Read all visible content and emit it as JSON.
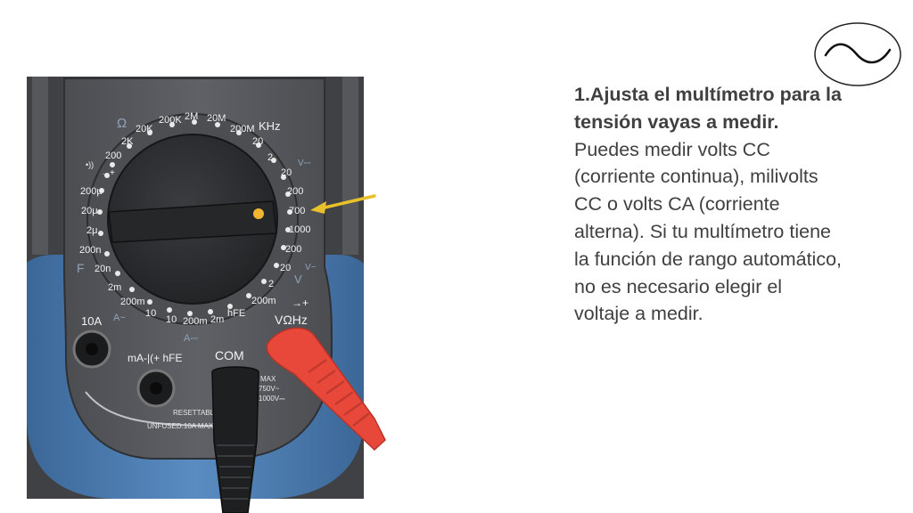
{
  "slide": {
    "heading": "1.Ajusta el multímetro para la tensión vayas a medir.",
    "body": " Puedes medir volts CC (corriente continua), milivolts CC o volts CA (corriente alterna). Si tu multímetro tiene la función de rango automático, no es necesario elegir el voltaje a medir.",
    "ac_symbol_icon": "sine-wave-icon"
  },
  "colors": {
    "text": "#404040",
    "pointer": "#e8c02a",
    "selector_dot": "#f2b531",
    "probe_red": "#e8483a",
    "housing_blue": "#4a78ad"
  },
  "multimeter": {
    "range_labels": {
      "ohm": "Ω",
      "ohm_2k": "2K",
      "ohm_200": "200",
      "ohm_20k": "20K",
      "ohm_200k": "200K",
      "ohm_2m": "2M",
      "ohm_20m": "20M",
      "ohm_200m": "200M",
      "khz": "KHz",
      "khz_20": "20",
      "v_2": "2",
      "v_20": "20",
      "v_200": "200",
      "v_700": "700",
      "v_1000": "1000",
      "v_200b": "200",
      "v_20b": "20",
      "v_2b": "2",
      "v_200m": "200m",
      "vdc_mark": "V⎓",
      "vac_mark": "V~",
      "v_side": "V",
      "f_200u": "200μ",
      "f_20u": "20μ",
      "f_2u": "2μ",
      "f_200n": "200n",
      "f_20n": "20n",
      "f_2m": "2m",
      "f_label": "F",
      "buzzer": "•))",
      "diode_left": "→+",
      "a_200m": "200m",
      "a_10": "10",
      "a_10b": "10",
      "a_200mb": "200m",
      "a_2m": "2m",
      "a_tilde": "A~",
      "hfe": "hFE",
      "a_dc": "A⎓",
      "diode_right": "→+",
      "vohz": "VΩHz"
    },
    "terminals": {
      "t10a": "10A",
      "mahfe": "mA-|(+ hFE",
      "com": "COM",
      "resettable": "RESETTABLE",
      "unfused": "UNFUSED.10A MAX",
      "max": "MAX",
      "v750": "750V~",
      "v1000": "1000V⎓"
    }
  }
}
